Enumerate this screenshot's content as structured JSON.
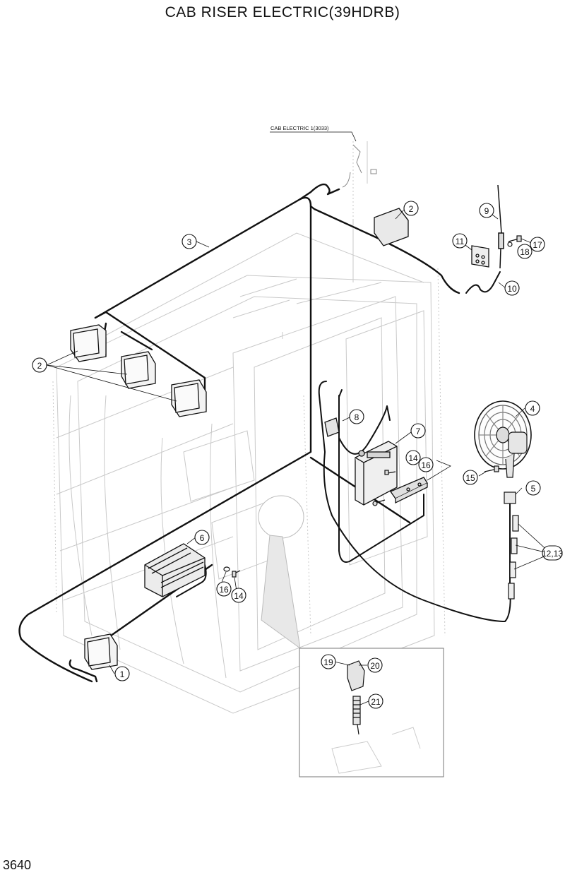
{
  "title": "CAB RISER ELECTRIC(39HDRB)",
  "page_number": "3640",
  "reference_label": "CAB ELECTRIC 1(3033)",
  "callouts": {
    "c1": "1",
    "c2a": "2",
    "c2b": "2",
    "c3": "3",
    "c4": "4",
    "c5": "5",
    "c6": "6",
    "c7": "7",
    "c8": "8",
    "c9": "9",
    "c10": "10",
    "c11": "11",
    "c12": "12,13",
    "c14a": "14",
    "c14b": "14",
    "c15": "15",
    "c16a": "16",
    "c16b": "16",
    "c17": "17",
    "c18": "18",
    "c19": "19",
    "c20": "20",
    "c21": "21"
  }
}
